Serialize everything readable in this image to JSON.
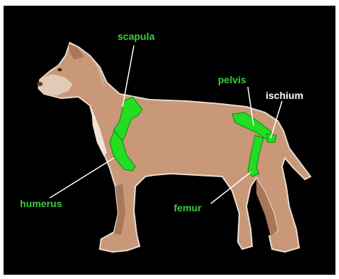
{
  "labels": {
    "scapula": "scapula",
    "pelvis": "pelvis",
    "ischium": "ischium",
    "humerus": "humerus",
    "femur": "femur"
  },
  "colors": {
    "background": "#000000",
    "bone_highlight": "#22dd22",
    "label_green": "#3ccc3c",
    "label_white": "#ffffff",
    "dog_coat": "#c89878",
    "dog_shadow": "#a9775a",
    "leader_line": "#ffffff"
  }
}
